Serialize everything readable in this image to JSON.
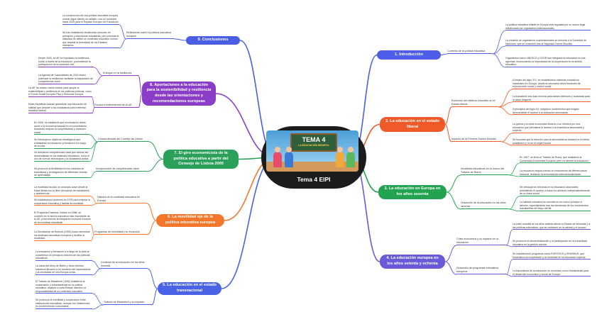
{
  "center": {
    "title": "Tema 4 EIPI",
    "image_title": "TEMA 4",
    "image_subtitle": "LA EDUCACIÓN INFANTIL"
  },
  "colors": {
    "center": "#1c1c1c",
    "intro": "#4f5ee8",
    "liberal": "#f05a28",
    "europa_siglo": "#21a350",
    "europea_70_80": "#6a5ad8",
    "transnacional": "#4a62e6",
    "movilidad": "#f4762a",
    "lisboa": "#2ba05a",
    "aportaciones": "#8a3ec8",
    "conclusiones": "#4a5ee4"
  },
  "branches": {
    "intro": {
      "label": "1. Introducción",
      "sub": [
        {
          "label": "Contexto de la política educativa",
          "leaves": [
            "La política educativa infantil en Europa está regulada por un marco legal influenciado por organismos internacionales.",
            "La creación de organismos supranacionales se remonta a la Sociedad de Naciones, que se consolidó tras la Segunda Guerra Mundial.",
            "Organismos como UNESCO y OCDE han integrado la educación en sus agendas, reconociendo la importancia de la cooperación en el ámbito educativo."
          ]
        }
      ]
    },
    "liberal": {
      "label": "2. La educación en el estado liberal",
      "sub": [
        {
          "label": "Evolución del sistema educativo en el Estado liberal",
          "leaves": [
            "A finales del siglo XIX, se establecieron sistemas educativos nacionales en Europa, donde la educación tenía funciones de reproducción social y control social.",
            "La educación era dual: mínima para clases inferiores y avanzada para la clase dirigente.",
            "A principios del siglo XX, surgieron movimientos que exigían democratizar el acceso a la educación secundaria."
          ]
        },
        {
          "label": "Impacto de la Primera Guerra Mundial",
          "leaves": [
            "La guerra y la crisis económica llevaron a un reforma por una educación que permitiera el acceso a la enseñanza secundaria y superior.",
            "Se buscaba que la elección para la secundaria se basara en el mérito académico y no en el origen social."
          ]
        }
      ]
    },
    "europa_siglo": {
      "label": "3. La educación en Europa en los años sesenta",
      "sub": [
        {
          "label": "Iniciativas educativas en el marco del Tratado de Roma",
          "leaves": [
            "En 1957, se firmó el Tratado de Roma, que estableció la Comunidad Económica Europea, pero no abordó la educación.",
            "La educación seguía siendo un instrumento de diferenciación nacional, limitando la armonización internacional/citada."
          ]
        },
        {
          "label": "Desarrollo de la educación en los años sesenta",
          "leaves": [
            "Se introdujeron reformas en la educación secundaria, permitiendo el acceso a todos los alumnos independientemente de su clase social.",
            "La calidad educativa se convirtió en un nuevo principio a atender, especialmente tras las demandas de los movimientos estudiantiles de Mayo del 68."
          ]
        }
      ]
    },
    "europea_70_80": {
      "label": "4. La educación europea en los años setenta y ochenta",
      "sub": [
        {
          "label": "Crisis económica y su impacto en la educación",
          "leaves": [
            "La crisis mundial de los años setenta afectó al Estado de bienestar y a las políticas educativas, que se centraron en la calidad y el acceso.",
            "Se promovió la descentralización y la participación de la comunidad educativa en la gestión escolar."
          ]
        },
        {
          "label": "Desarrollo de programas educativos europeos",
          "leaves": [
            "Se establecieron programas como EURYDICE y ERASMUS, que fomentaron la cooperación y la movilidad en la educación superior.",
            "La importancia de la educación se reconoció como fundamental para el desarrollo económico y social de Europa."
          ]
        }
      ]
    },
    "transnacional": {
      "label": "5. La educación en el estado transnacional",
      "sub": [
        {
          "label": "Contexto de la educación en los años noventa",
          "leaves": [
            "La educación y formación a lo largo de la vida se convirtieron en principios rectores de las políticas educativas.",
            "La caída del Muro de Berlín y otros eventos históricos llevaron a un aumento del nacionalismo y la necesidad de una Europa unida."
          ]
        },
        {
          "label": "Tratado de Maastricht y su impacto",
          "leaves": [
            "El Tratado de Maastricht (1992) estableció la cooperación y subsidiariedad en la política educativa, dejando a cada Estado miembro la responsabilidad de su contenido educativo.",
            "Se promovió la movilidad y cooperación entre instituciones educativas, aunque con limitaciones en la intervención comunitaria."
          ]
        }
      ]
    },
    "movilidad": {
      "label": "6. La movilidad eje de la política educativa europea",
      "sub": [
        {
          "label": "Historia de la movilidad educativa en Europa",
          "leaves": [
            "La movilidad ha sido un concepto clave desde la Edad Media con la libre circulación de estudiantes y académicos.",
            "Se establecieron acciones en 1976 para mejorar la cooperación educativa y facilitar la movilidad."
          ]
        },
        {
          "label": "Programas de movilidad y su evolución",
          "leaves": [
            "El Programa Erasmus, creado en 1986, se convirtió en la acción educativa más importante de la UE, promoviendo la integración europea a través de la movilidad estudiantil.",
            "La Declaración de Bolonia (1999) buscó armonizar los sistemas educativos europeos y facilitar la movilidad."
          ]
        }
      ]
    },
    "lisboa": {
      "label": "7. El giro economicista de la política educativa a partir del Consejo de Lisboa 2000",
      "sub": [
        {
          "label": "Consecuencias del Consejo de Lisboa",
          "leaves": [
            "En 2000, se estableció que la educación debía servir a la economía basada en el conocimiento, buscando mejorar la competitividad y cohesión social.",
            "Se introdujeron objetivos estratégicos que enfatizaban la educación y formación a lo largo de la vida.",
            "Se definieron competencias clave que debían ser desarrolladas en los sistemas educativos, como el uso de nuevas tecnologías y la ciudadanía activa."
          ]
        },
        {
          "label": "Incorporación de competencias clave",
          "leaves": [
            "Se promovió la flexibilidad en los métodos de enseñanza y la integración de diferentes formas de aprendizaje."
          ]
        }
      ]
    },
    "aportaciones": {
      "label": "8. Aportaciones a la educación para la sostenibilidad y resiliencia desde las orientaciones y recomendaciones europeas",
      "sub": [
        {
          "label": "Enfoque en la resiliencia",
          "leaves": [
            "Desde 2009, la UE ha impulsado la resiliencia social a través de la educación, promoviendo la participación de la sociedad civil.",
            "La Agenda de Capacidades de 2016 buscó potenciar la resiliencia mediante la adquisición de competencias clave."
          ]
        },
        {
          "label": "Fondos e instrumentos de la UE",
          "leaves": [
            "La UE ha creado varios fondos para apoyar la sostenibilidad y resiliencia en las políticas públicas, como el Fondo Social Europeo Plus y Horizonte Europa.",
            "Estas iniciativas buscan garantizar una educación de calidad que prepare a los ciudadanos para enfrentar desafíos futuros."
          ]
        }
      ]
    },
    "conclusiones": {
      "label": "9. Conclusiones",
      "sub": [
        {
          "label": "Reflexiones sobre la política educativa europea",
          "leaves": [
            "La construcción de una política educativa europea común sigue siendo un desafío, con un horizonte hacia 2025 para el Espacio Europeo de Educación.",
            "Se han establecido tendencias comunes en principios y estructuras educativas, pero persiste la dificultad de definir un contenido educativo común que respete la diversidad de los Estados miembros."
          ]
        }
      ]
    }
  }
}
